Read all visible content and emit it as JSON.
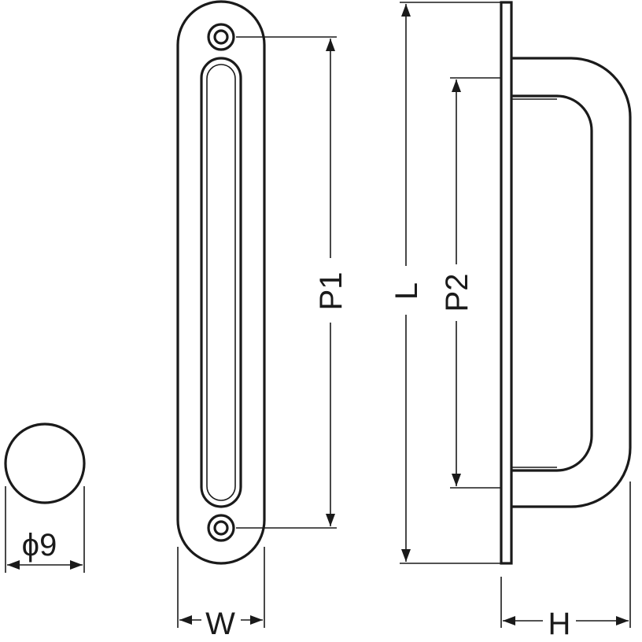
{
  "labels": {
    "diameter": "ϕ9",
    "width": "W",
    "pitch1": "P1",
    "length": "L",
    "pitch2": "P2",
    "height": "H"
  },
  "colors": {
    "line": "#1a1a1a",
    "background": "#ffffff"
  }
}
